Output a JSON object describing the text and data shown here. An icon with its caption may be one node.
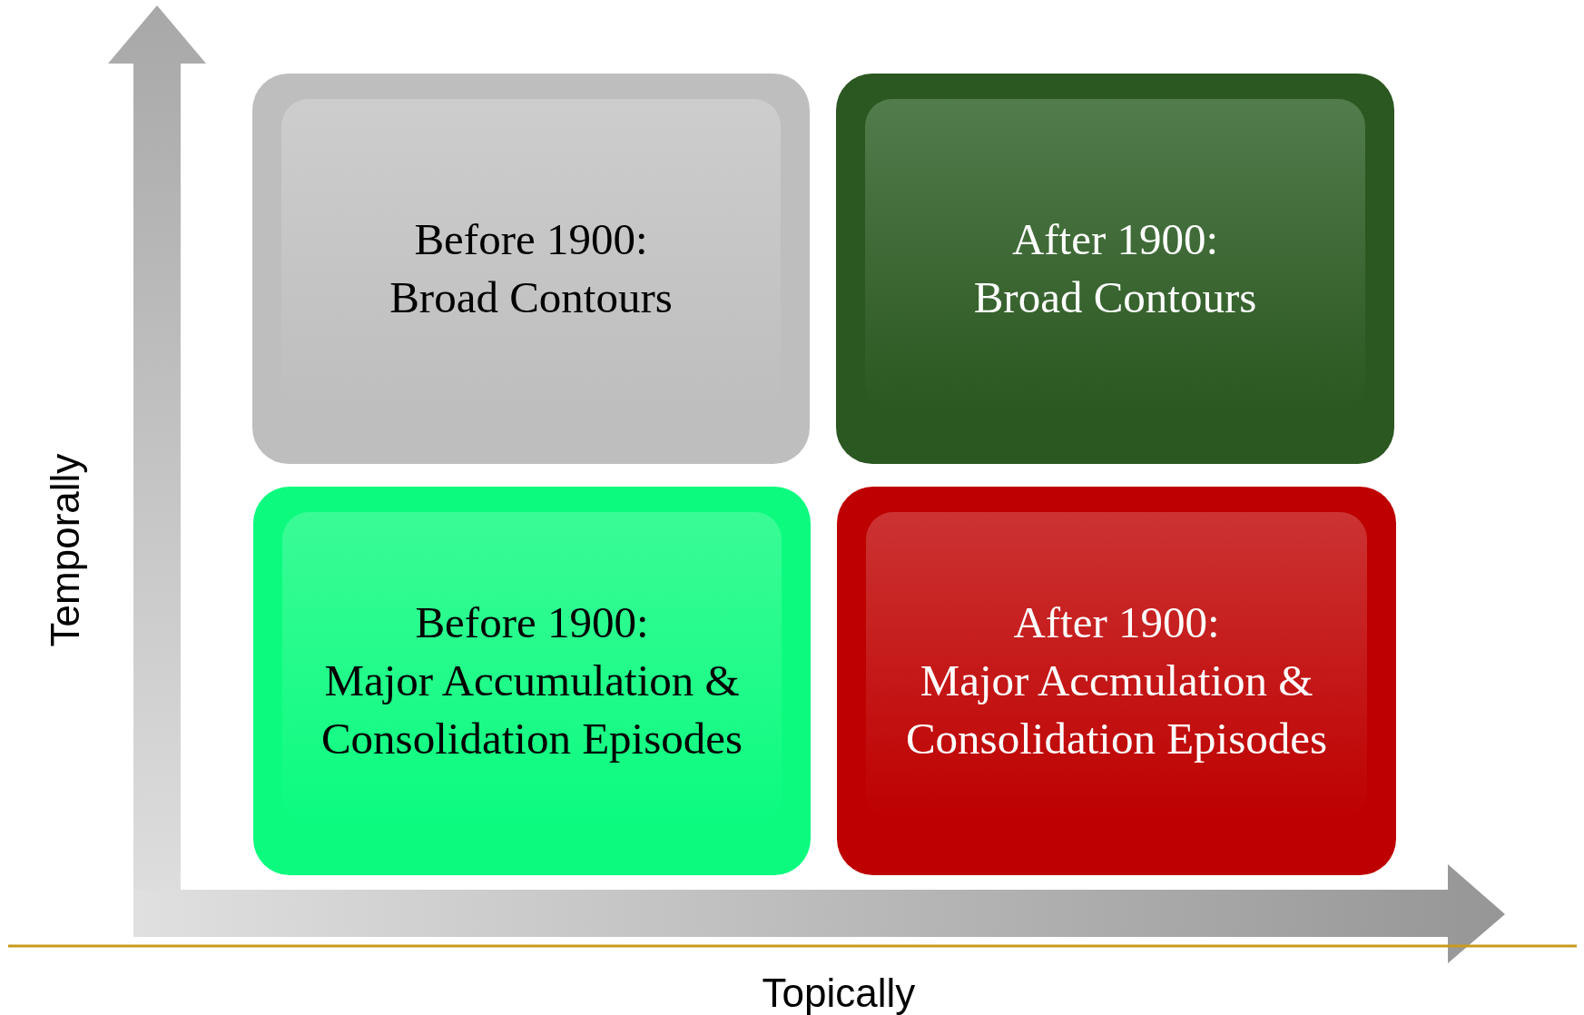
{
  "diagram": {
    "nodes": [
      {
        "text": [
          "Before 1900:",
          "Broad Contours"
        ]
      },
      {
        "text": [
          "After 1900:",
          "Broad Contours"
        ]
      },
      {
        "text": [
          "Before 1900:",
          "Major Accumulation & Consolidation Episodes"
        ]
      },
      {
        "text": [
          "After 1900:",
          "Major Accmulation & Consolidation Episodes"
        ]
      }
    ],
    "labels": [
      "Temporally",
      "Topically"
    ]
  }
}
